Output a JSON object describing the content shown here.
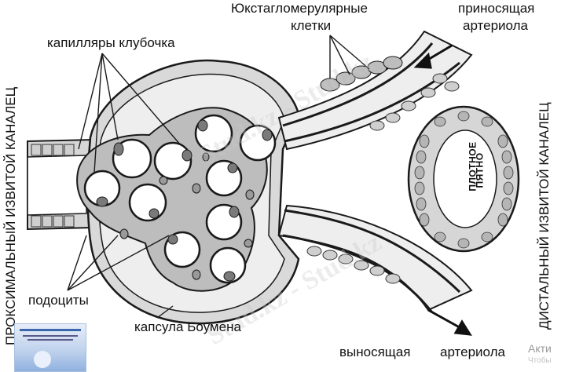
{
  "labels": {
    "jg_cells_line1": "Юкстагломерулярные",
    "jg_cells_line2": "клетки",
    "afferent_line1": "приносящая",
    "afferent_line2": "артериола",
    "capillaries": "капилляры клубочка",
    "podocytes": "подоциты",
    "bowman": "капсула Боумена",
    "efferent_word1": "выносящая",
    "efferent_word2": "артериола",
    "proximal": "ПРОКСИМАЛЬНЫЙ ИЗВИТОЙ КАНАЛЕЦ",
    "distal": "ДИСТАЛЬНЫЙ ИЗВИТОЙ КАНАЛЕЦ",
    "macula_line1": "ПЛОТНОЕ",
    "macula_line2": "ПЯТНО"
  },
  "watermark": "Stud.kz - Stud.kz",
  "system_overlay": {
    "activate_line1": "Акти",
    "activate_line2": "Чтобы"
  },
  "colors": {
    "outline": "#1a1a1a",
    "capsule_fill": "#d9d9d9",
    "tissue_fill": "#bdbdbd",
    "cell_fill": "#cfcfcf",
    "lumen_fill": "#ffffff",
    "nucleus_fill": "#7a7a7a"
  }
}
